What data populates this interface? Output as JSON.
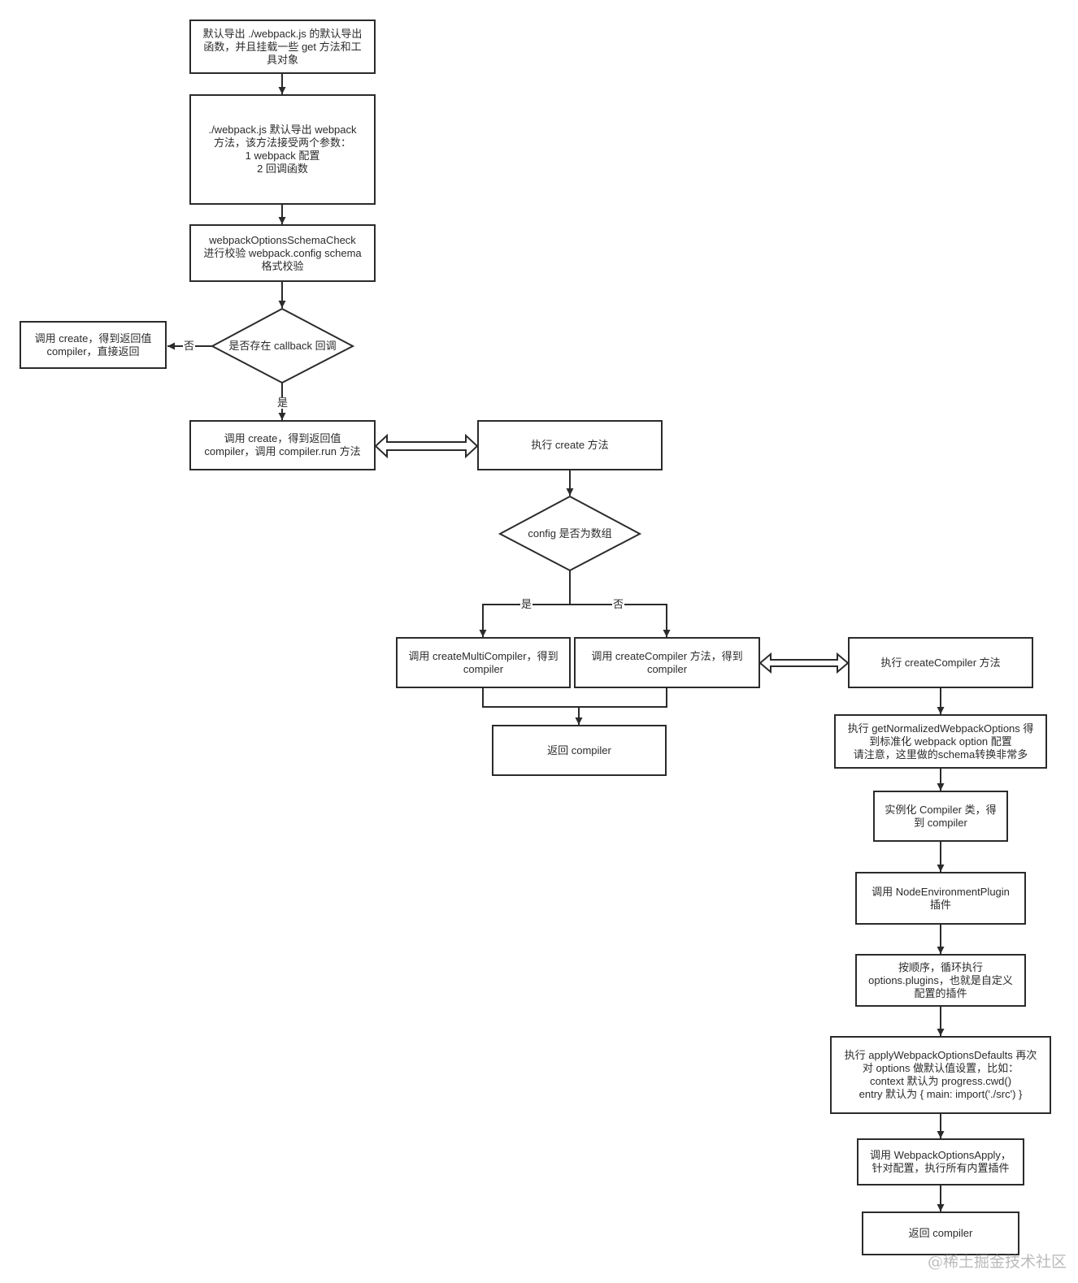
{
  "nodes": {
    "n1": "默认导出 ./webpack.js 的默认导出\n函数，并且挂载一些 get 方法和工\n具对象",
    "n2": "./webpack.js 默认导出 webpack\n方法，该方法接受两个参数：\n1 webpack 配置\n2 回调函数",
    "n3": "webpackOptionsSchemaCheck\n进行校验 webpack.config schema\n格式校验",
    "d1": "是否存在 callback 回调",
    "n4": "调用 create，得到返回值\ncompiler，直接返回",
    "n5": "调用 create，得到返回值\ncompiler，调用 compiler.run 方法",
    "n6": "执行 create 方法",
    "d2": "config 是否为数组",
    "n7": "调用 createMultiCompiler，得到\ncompiler",
    "n8": "调用 createCompiler 方法，得到\ncompiler",
    "n9": "返回 compiler",
    "n10": "执行 createCompiler 方法",
    "n11": "执行 getNormalizedWebpackOptions 得\n到标准化 webpack option 配置\n请注意，这里做的schema转换非常多",
    "n12": "实例化 Compiler 类，得\n到 compiler",
    "n13": "调用 NodeEnvironmentPlugin\n插件",
    "n14": "按顺序，循环执行\noptions.plugins，也就是自定义\n配置的插件",
    "n15": "执行 applyWebpackOptionsDefaults 再次\n对 options 做默认值设置，比如：\ncontext 默认为 progress.cwd()\nentry 默认为 { main: import('./src') }",
    "n16": "调用 WebpackOptionsApply，\n针对配置，执行所有内置插件",
    "n17": "返回 compiler"
  },
  "edge_labels": {
    "d1_no": "否",
    "d1_yes": "是",
    "d2_yes": "是",
    "d2_no": "否"
  },
  "watermark": "@稀土掘金技术社区",
  "colors": {
    "stroke": "#2b2b2b",
    "background": "#ffffff"
  }
}
